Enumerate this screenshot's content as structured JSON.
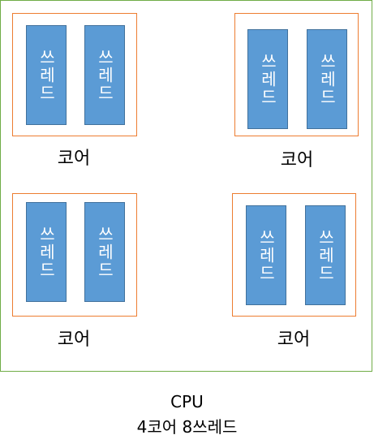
{
  "thread_label": "쓰레드",
  "core_label": "코어",
  "cpu_title": "CPU",
  "cpu_subtitle": "4코어 8쓰레드"
}
